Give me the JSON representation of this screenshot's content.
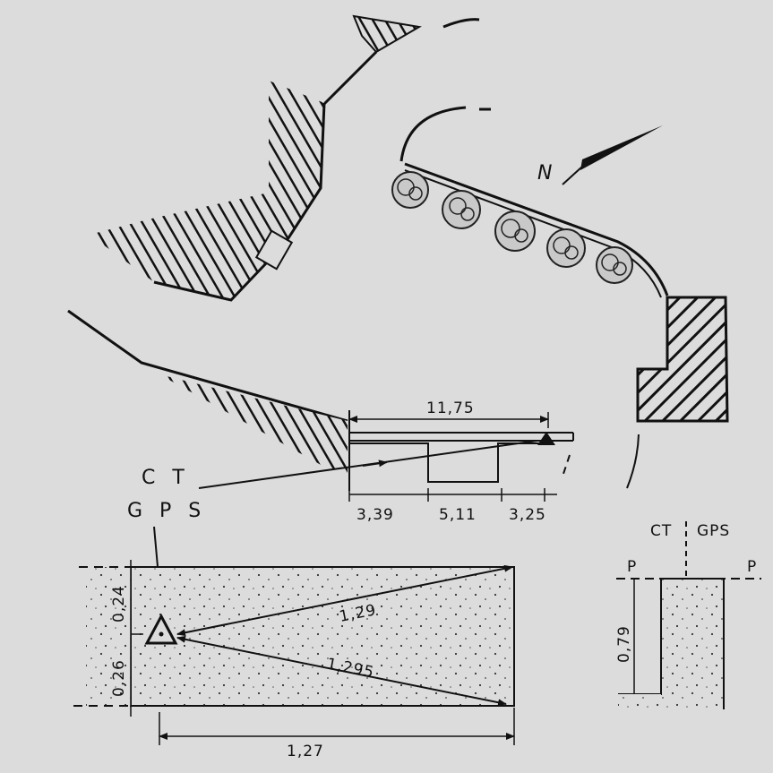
{
  "north_label": "N",
  "station_labels": {
    "ct": "C T",
    "gps": "G P S",
    "ct_section": "CT",
    "gps_section": "GPS"
  },
  "plan_dimensions": {
    "total": "11,75",
    "segment_1": "3,39",
    "segment_2": "5,11",
    "segment_3": "3,25"
  },
  "detail_dimensions": {
    "top_offset": "0,24",
    "bottom_offset": "0,26",
    "diag_upper": "1,29",
    "diag_lower": "1,295",
    "width": "1,27"
  },
  "section": {
    "left_p": "P",
    "right_p": "P",
    "depth": "0,79"
  }
}
